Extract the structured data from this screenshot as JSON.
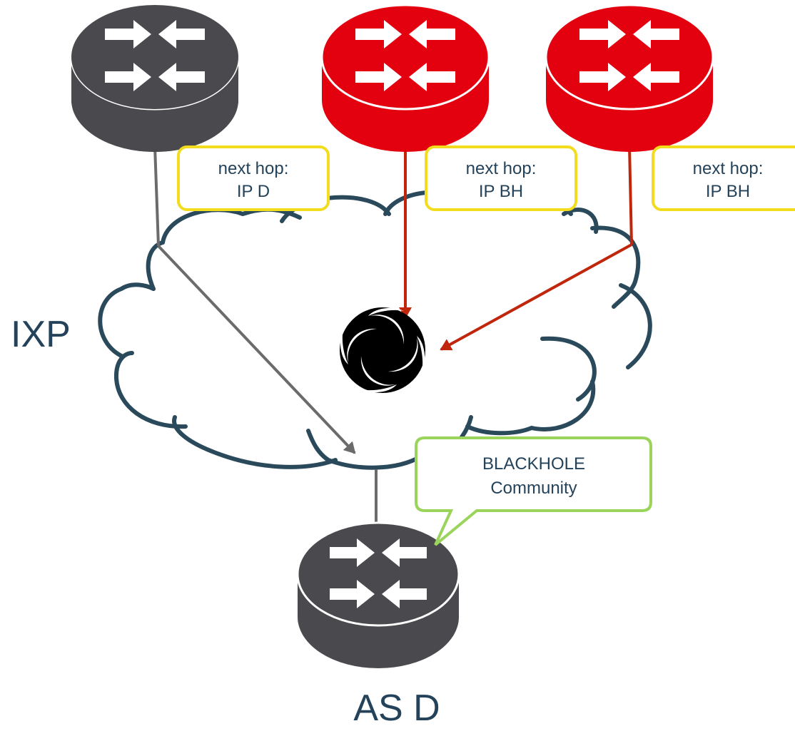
{
  "labels": {
    "ixp": "IXP",
    "as_d": "AS D"
  },
  "callouts": [
    {
      "line1": "next hop:",
      "line2": "IP D",
      "border": "#f2dc1d"
    },
    {
      "line1": "next hop:",
      "line2": "IP BH",
      "border": "#f2dc1d"
    },
    {
      "line1": "next hop:",
      "line2": "IP BH",
      "border": "#f2dc1d"
    }
  ],
  "community_callout": {
    "line1": "BLACKHOLE",
    "line2": "Community",
    "border": "#9ad45a"
  },
  "colors": {
    "router_gray": "#4a4a4e",
    "router_red": "#e3000f",
    "cloud_stroke": "#2a4a5c",
    "gray_link": "#6b6b6b",
    "red_link": "#c0260c",
    "text": "#24435a"
  },
  "icons": [
    "router-icon",
    "blackhole-icon",
    "cloud-shape"
  ]
}
